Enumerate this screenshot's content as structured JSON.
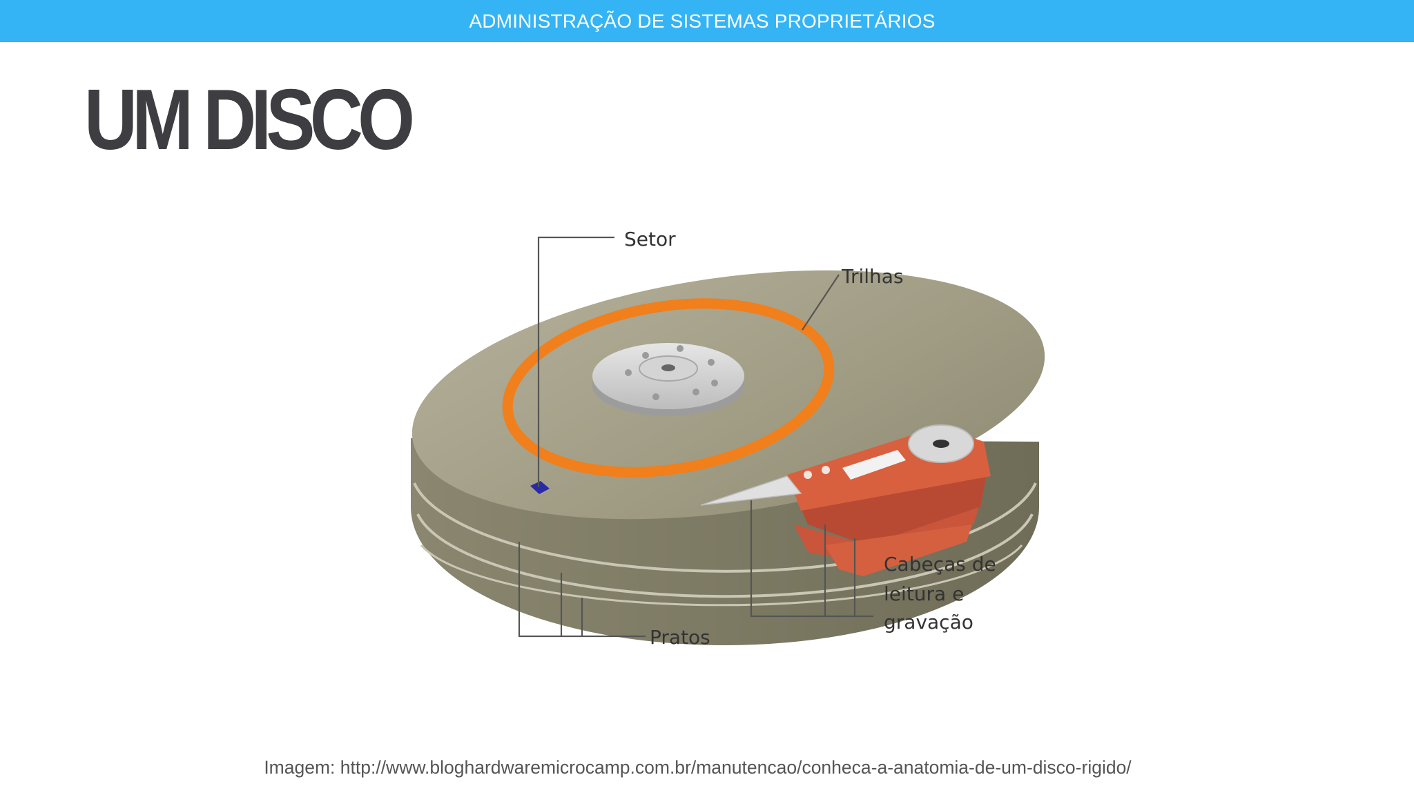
{
  "header": {
    "title": "ADMINISTRAÇÃO DE SISTEMAS PROPRIETÁRIOS"
  },
  "slide": {
    "title": "UM DISCO"
  },
  "diagram": {
    "labels": {
      "sector": "Setor",
      "tracks": "Trilhas",
      "heads_line1": "Cabeças de",
      "heads_line2": "leitura e",
      "heads_line3": "gravação",
      "platters": "Pratos"
    }
  },
  "colors": {
    "header_bar": "#34b4f5",
    "platter": "#a29e86",
    "track": "#f07f1c",
    "sector": "#2a2aa8",
    "head_arm": "#d0553a"
  },
  "footer": {
    "caption": "Imagem: http://www.bloghardwaremicrocamp.com.br/manutencao/conheca-a-anatomia-de-um-disco-rigido/"
  }
}
